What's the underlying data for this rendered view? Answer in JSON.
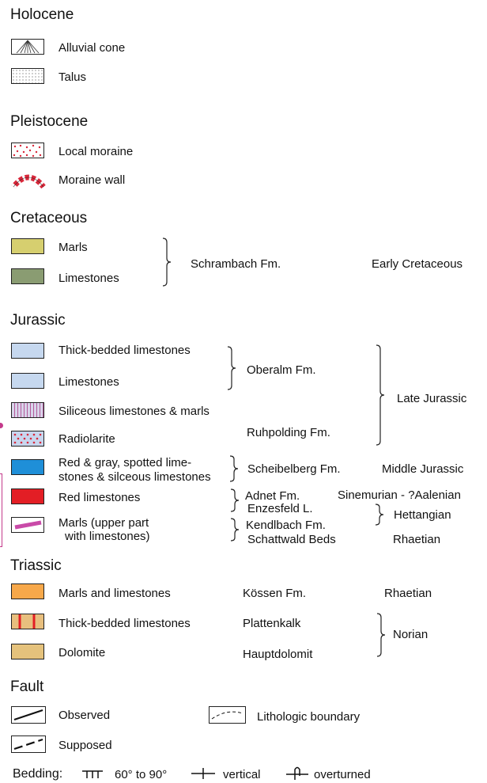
{
  "sections": {
    "holocene": {
      "title": "Holocene",
      "items": [
        "Alluvial cone",
        "Talus"
      ]
    },
    "pleistocene": {
      "title": "Pleistocene",
      "items": [
        "Local moraine",
        "Moraine wall"
      ]
    },
    "cretaceous": {
      "title": "Cretaceous",
      "items": [
        "Marls",
        "Limestones"
      ],
      "formation": "Schrambach Fm.",
      "age": "Early Cretaceous"
    },
    "jurassic": {
      "title": "Jurassic",
      "items": [
        "Thick-bedded limestones",
        "Limestones",
        "Siliceous limestones & marls",
        "Radiolarite",
        "Red & gray, spotted lime-",
        "stones & silceous limestones",
        "Red limestones",
        "Marls (upper part",
        "with limestones)"
      ],
      "formations": [
        "Oberalm Fm.",
        "Ruhpolding Fm.",
        "Scheibelberg Fm.",
        "Adnet Fm.",
        "Enzesfeld L.",
        "Kendlbach Fm.",
        "Schattwald Beds"
      ],
      "ages": [
        "Late Jurassic",
        "Middle Jurassic",
        "Sinemurian - ?Aalenian",
        "Hettangian",
        "Rhaetian"
      ]
    },
    "triassic": {
      "title": "Triassic",
      "items": [
        "Marls and limestones",
        "Thick-bedded limestones",
        "Dolomite"
      ],
      "formations": [
        "Kössen Fm.",
        "Plattenkalk",
        "Hauptdolomit"
      ],
      "ages": [
        "Rhaetian",
        "Norian"
      ]
    },
    "fault": {
      "title": "Fault",
      "items": [
        "Observed",
        "Supposed",
        "Lithologic boundary"
      ]
    },
    "bedding": {
      "label": "Bedding:",
      "items": [
        "60° to  90°",
        "vertical",
        "overturned"
      ]
    }
  },
  "colors": {
    "cretaceous_marls": "#d6cf6f",
    "cretaceous_limestones": "#8a9c72",
    "jurassic_light_blue": "#c6d8ef",
    "siliceous_bg": "#d9d4ea",
    "siliceous_lines": "#b35a9a",
    "radiolarite_bg": "#c8d6ee",
    "radiolarite_dots": "#d9273a",
    "spotted_blue": "#1f8fd8",
    "red_limestones": "#e31e25",
    "marls_bar": "#c94aa8",
    "triassic_orange": "#f7a84a",
    "plattenkalk": "#e8bf7e",
    "dolomite": "#e5c27c",
    "moraine_red": "#d9273a",
    "edge_magenta": "#c43a8b"
  },
  "icons": [
    "alluvial-cone-pattern",
    "talus-pattern",
    "local-moraine-pattern",
    "moraine-wall-pattern",
    "fault-observed-icon",
    "fault-supposed-icon",
    "lithologic-boundary-icon",
    "bedding-60-90-icon",
    "bedding-vertical-icon",
    "bedding-overturned-icon"
  ]
}
